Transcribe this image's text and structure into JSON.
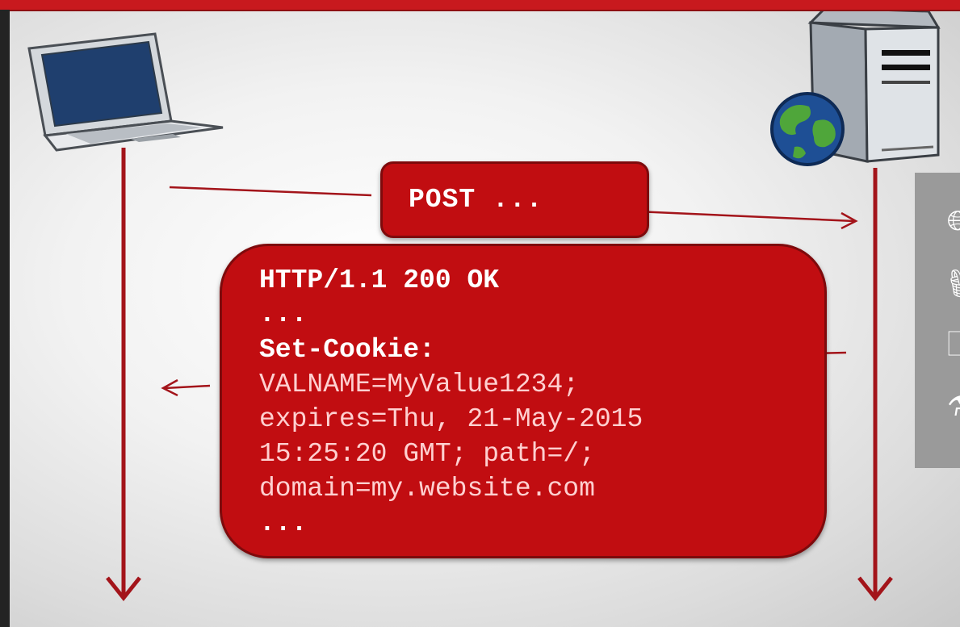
{
  "request": {
    "label": "POST ..."
  },
  "response": {
    "status_line": "HTTP/1.1 200 OK",
    "ellipsis_top": "...",
    "header_name": "Set-Cookie:",
    "cookie_lines": [
      "VALNAME=MyValue1234;",
      "expires=Thu, 21-May-2015",
      "15:25:20 GMT; path=/;",
      "domain=my.website.com"
    ],
    "ellipsis_bottom": "..."
  },
  "icons": {
    "client": "laptop-icon",
    "server": "server-tower-icon",
    "globe": "globe-icon",
    "side_panel": [
      "globe-outline-icon",
      "basket-icon",
      "document-icon",
      "flask-icon"
    ]
  },
  "colors": {
    "accent_red": "#c10d11",
    "line_red": "#a3141a",
    "bubble_border": "#7e0a0c"
  }
}
